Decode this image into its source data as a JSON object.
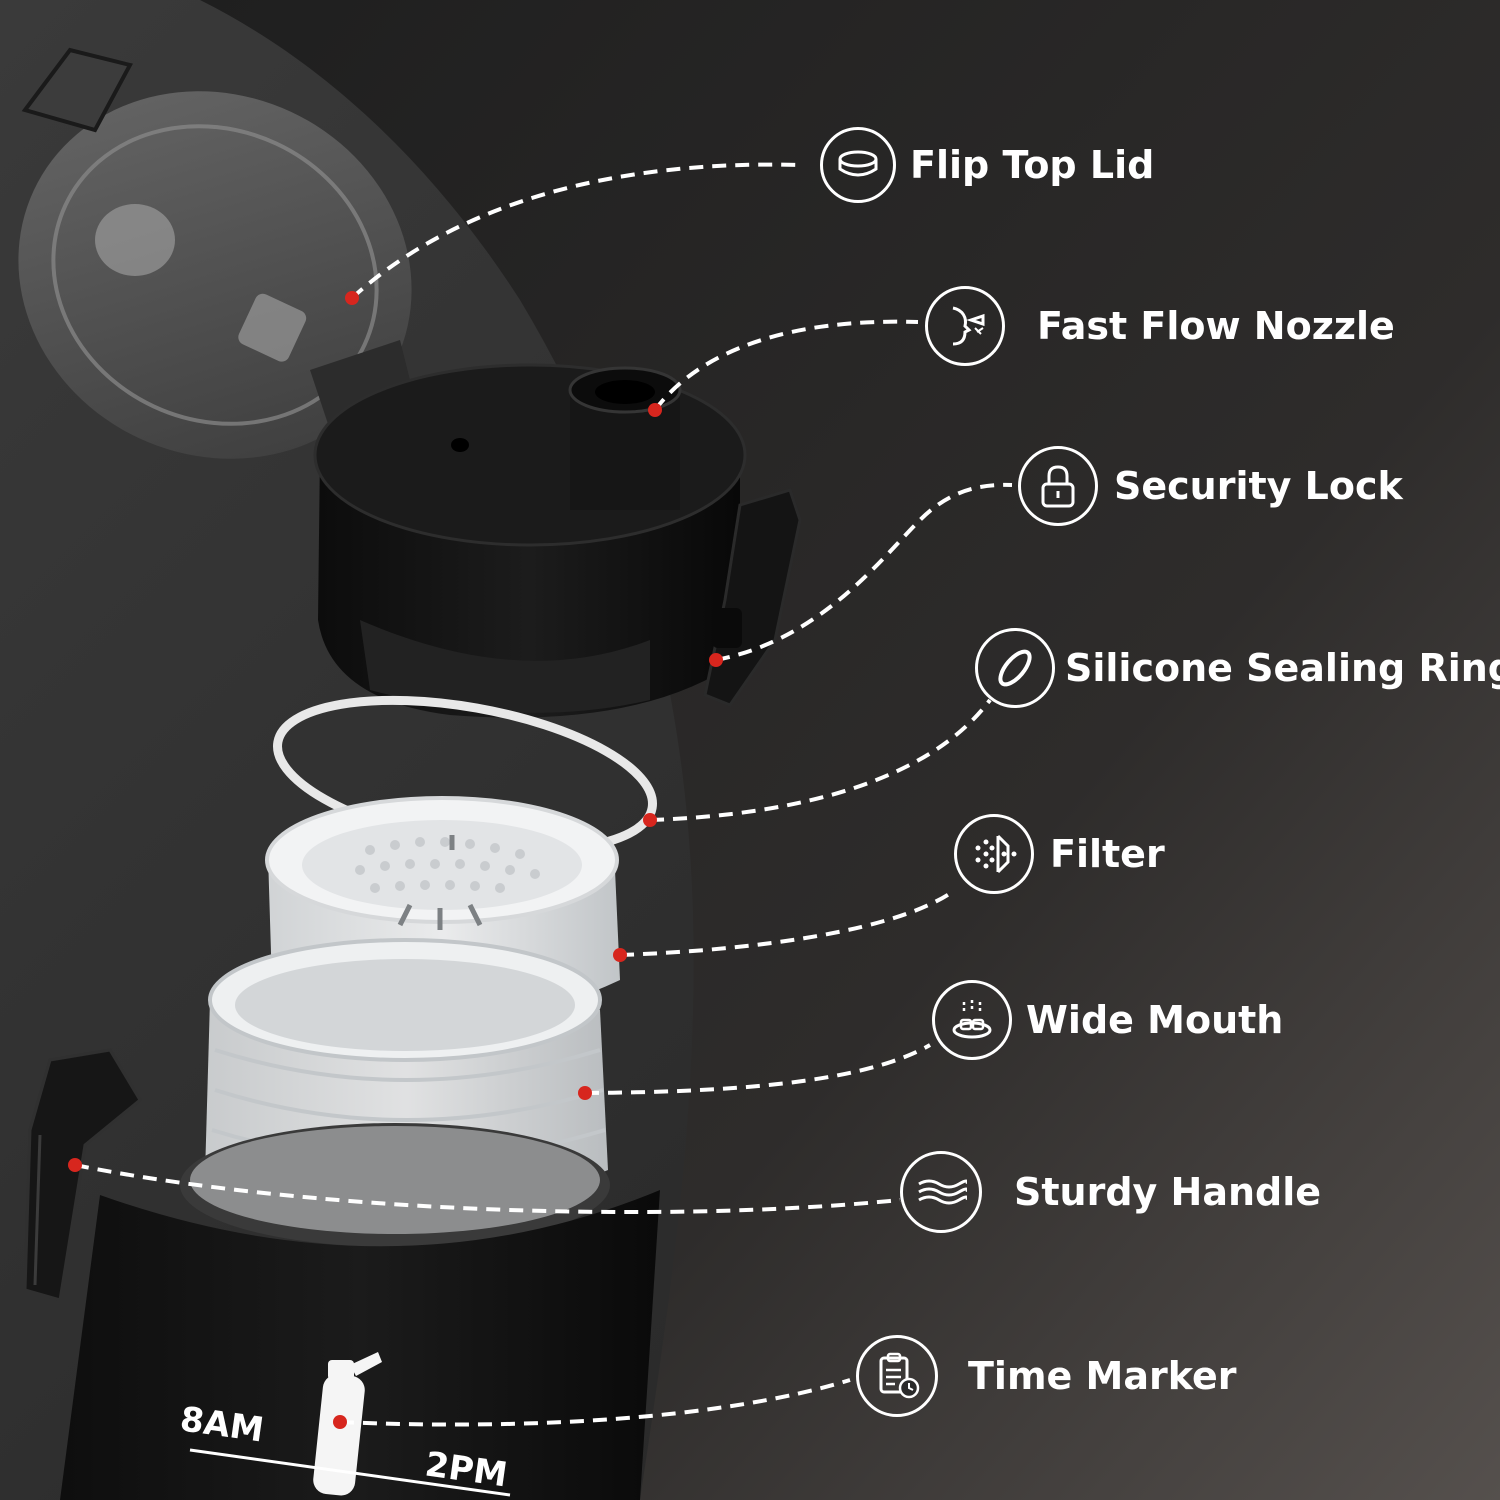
{
  "colors": {
    "background_dark": "#262626",
    "background_light": "#4a4644",
    "accent_dot": "#d7261e",
    "label": "#ffffff"
  },
  "features": [
    {
      "label": "Flip Top Lid",
      "icon": "lid-icon"
    },
    {
      "label": "Fast Flow Nozzle",
      "icon": "drinking-face-icon"
    },
    {
      "label": "Security Lock",
      "icon": "padlock-icon"
    },
    {
      "label": "Silicone Sealing Ring",
      "icon": "ring-icon"
    },
    {
      "label": "Filter",
      "icon": "filter-icon"
    },
    {
      "label": "Wide Mouth",
      "icon": "ice-cubes-icon"
    },
    {
      "label": "Sturdy Handle",
      "icon": "woven-strap-icon"
    },
    {
      "label": "Time Marker",
      "icon": "clipboard-clock-icon"
    }
  ],
  "bottle_markings": {
    "time_1": "8AM",
    "time_2": "2PM"
  }
}
